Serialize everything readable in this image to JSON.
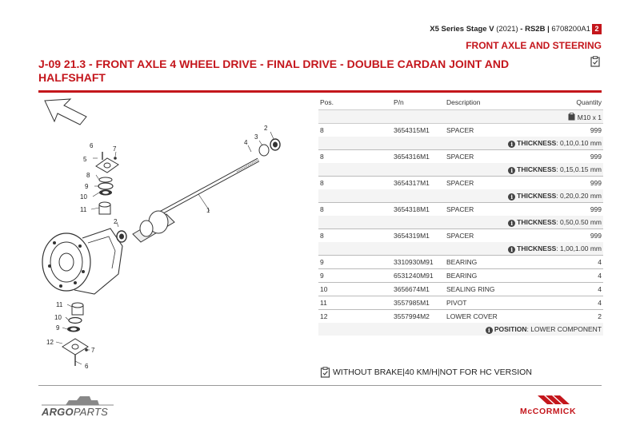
{
  "header": {
    "series": "X5 Series Stage V",
    "year": "(2021)",
    "model": "- RS2B |",
    "serial": "6708200A1",
    "page": "2",
    "section": "FRONT AXLE AND STEERING"
  },
  "title": "J-09 21.3 -  FRONT AXLE 4 WHEEL DRIVE - FINAL DRIVE - DOUBLE CARDAN JOINT AND HALFSHAFT",
  "diagram": {
    "callouts": [
      "1",
      "2",
      "3",
      "4",
      "5",
      "6",
      "7",
      "8",
      "9",
      "10",
      "11",
      "2",
      "11",
      "10",
      "9",
      "12",
      "7",
      "6"
    ]
  },
  "table": {
    "headers": {
      "pos": "Pos.",
      "pn": "P/n",
      "desc": "Description",
      "qty": "Quantity"
    },
    "unit": "M10 x 1",
    "rows": [
      {
        "pos": "8",
        "pn": "3654315M1",
        "desc": "SPACER",
        "qty": "999",
        "note_key": "THICKNESS",
        "note_val": ": 0,10,0.10 mm"
      },
      {
        "pos": "8",
        "pn": "3654316M1",
        "desc": "SPACER",
        "qty": "999",
        "note_key": "THICKNESS",
        "note_val": ": 0,15,0.15 mm"
      },
      {
        "pos": "8",
        "pn": "3654317M1",
        "desc": "SPACER",
        "qty": "999",
        "note_key": "THICKNESS",
        "note_val": ": 0,20,0.20 mm"
      },
      {
        "pos": "8",
        "pn": "3654318M1",
        "desc": "SPACER",
        "qty": "999",
        "note_key": "THICKNESS",
        "note_val": ": 0,50,0.50 mm"
      },
      {
        "pos": "8",
        "pn": "3654319M1",
        "desc": "SPACER",
        "qty": "999",
        "note_key": "THICKNESS",
        "note_val": ": 1,00,1.00 mm"
      },
      {
        "pos": "9",
        "pn": "3310930M91",
        "desc": "BEARING",
        "qty": "4"
      },
      {
        "pos": "9",
        "pn": "6531240M91",
        "desc": "BEARING",
        "qty": "4"
      },
      {
        "pos": "10",
        "pn": "3656674M1",
        "desc": "SEALING RING",
        "qty": "4"
      },
      {
        "pos": "11",
        "pn": "3557985M1",
        "desc": "PIVOT",
        "qty": "4"
      },
      {
        "pos": "12",
        "pn": "3557994M2",
        "desc": "LOWER COVER",
        "qty": "2",
        "note_key": "POSITION",
        "note_val": ": LOWER COMPONENT"
      }
    ]
  },
  "footnote": "WITHOUT BRAKE|40 KM/H|NOT FOR HC VERSION",
  "footer": {
    "left_brand_a": "ARGO",
    "left_brand_b": "PARTS",
    "right_brand": "McCORMICK"
  }
}
